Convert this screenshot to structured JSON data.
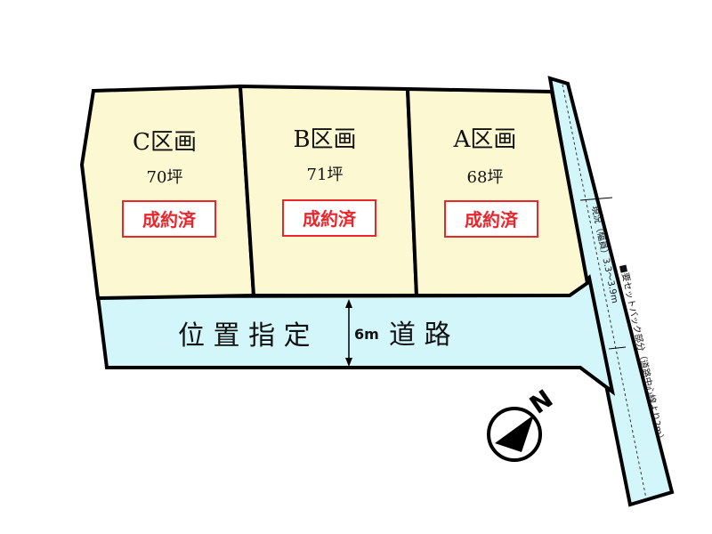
{
  "lots": [
    {
      "name": "C区画",
      "area": "70坪",
      "status": "成約済"
    },
    {
      "name": "B区画",
      "area": "71坪",
      "status": "成約済"
    },
    {
      "name": "A区画",
      "area": "68坪",
      "status": "成約済"
    }
  ],
  "road": {
    "label": "位 置 指 定",
    "width": "6m",
    "suffix": "道 路"
  },
  "strip": {
    "current_width": "現況（幅員）3.3～3.9m",
    "setback": "■要セットバック部分（道路中心線より2m）"
  },
  "compass": {
    "label": "N"
  },
  "colors": {
    "lot": "#fbf8d2",
    "road": "#d3f6fb",
    "stamp": "#e8262c"
  }
}
